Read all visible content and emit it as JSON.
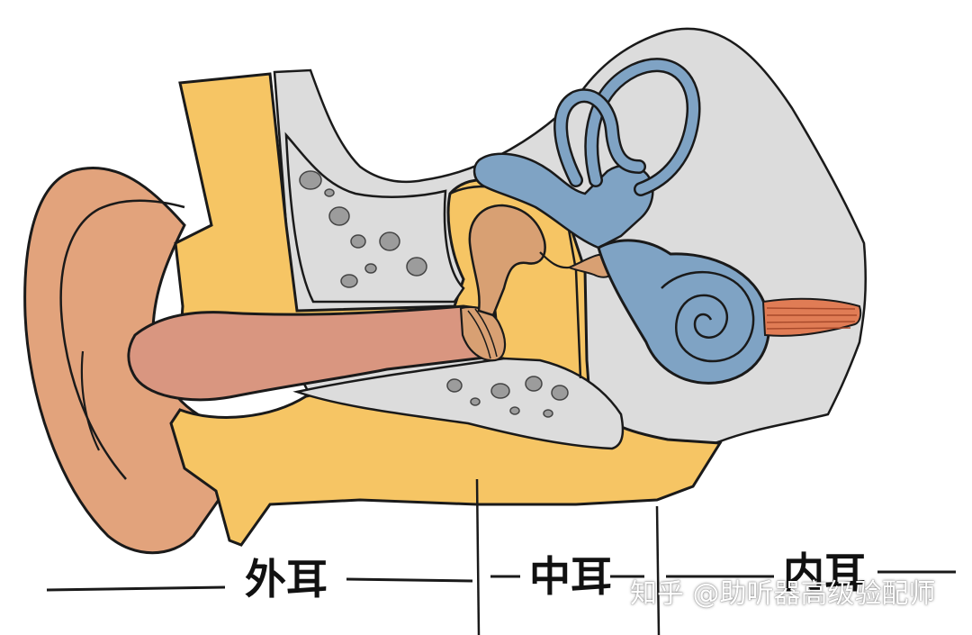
{
  "labels": {
    "outer_ear": "外耳",
    "middle_ear": "中耳",
    "inner_ear": "内耳"
  },
  "watermark": "知乎 @助听器高级验配师",
  "colors": {
    "skin": "#E2A37C",
    "canal": "#D99680",
    "tissue": "#F6C564",
    "bone": "#DCDCDC",
    "ossicle": "#D8A073",
    "labyrinth": "#7FA3C4",
    "nerve": "#E07C55",
    "outline": "#1A1A1A",
    "pebble": "#9C9C9C"
  }
}
